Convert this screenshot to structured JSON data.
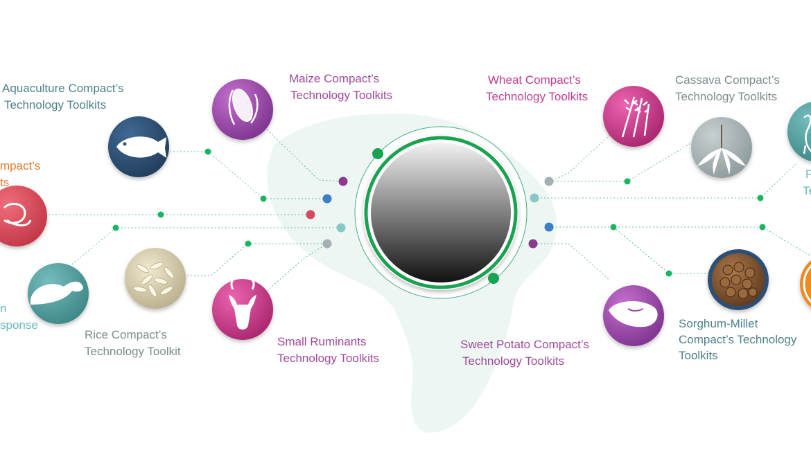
{
  "labels": {
    "aquaculture": [
      "Aquaculture Compact’s",
      "Technology Toolkits"
    ],
    "maize": [
      "Maize Compact’s",
      "Technology Toolkits"
    ],
    "wheat": [
      "Wheat Compact’s",
      "Technology Toolkits"
    ],
    "cassava": [
      "Cassava Compact’s",
      "Technology Toolkits"
    ],
    "beans_partial": [
      "mpact’s",
      "ts"
    ],
    "fall_armyworm_partial": [
      "n",
      "sponse"
    ],
    "rice": [
      "Rice Compact’s",
      "Technology Toolkit"
    ],
    "small_ruminants": [
      "Small Ruminants",
      "Technology Toolkits"
    ],
    "sweet_potato": [
      "Sweet Potato Compact’s",
      "Technology Toolkits"
    ],
    "sorghum_millet": [
      "Sorghum-Millet",
      "Compact’s Technology",
      "Toolkits"
    ],
    "right_partial": [
      "F",
      "Te"
    ]
  },
  "icons": {
    "maize": "corn-cob-icon",
    "aquaculture": "fish-icon",
    "beans": "bean-icon",
    "armyworm": "caterpillar-icon",
    "rice": "rice-grains-icon",
    "goat": "goat-head-icon",
    "wheat": "wheat-icon",
    "cassava": "cassava-leaf-icon",
    "poultry": "chicken-icon",
    "sweet_potato": "sweet-potato-icon",
    "sorghum": "sorghum-grains-icon",
    "orange_partial": "orange-circle-icon"
  },
  "colors": {
    "purple": "#9b4aa6",
    "navy": "#2f4f73",
    "red": "#d94a5a",
    "teal": "#4f9e9e",
    "pink": "#c93a8c",
    "gray": "#a4b0b1",
    "green": "#1aa85a",
    "orange": "#ee8a22",
    "hub_ring": "#19a24f"
  }
}
